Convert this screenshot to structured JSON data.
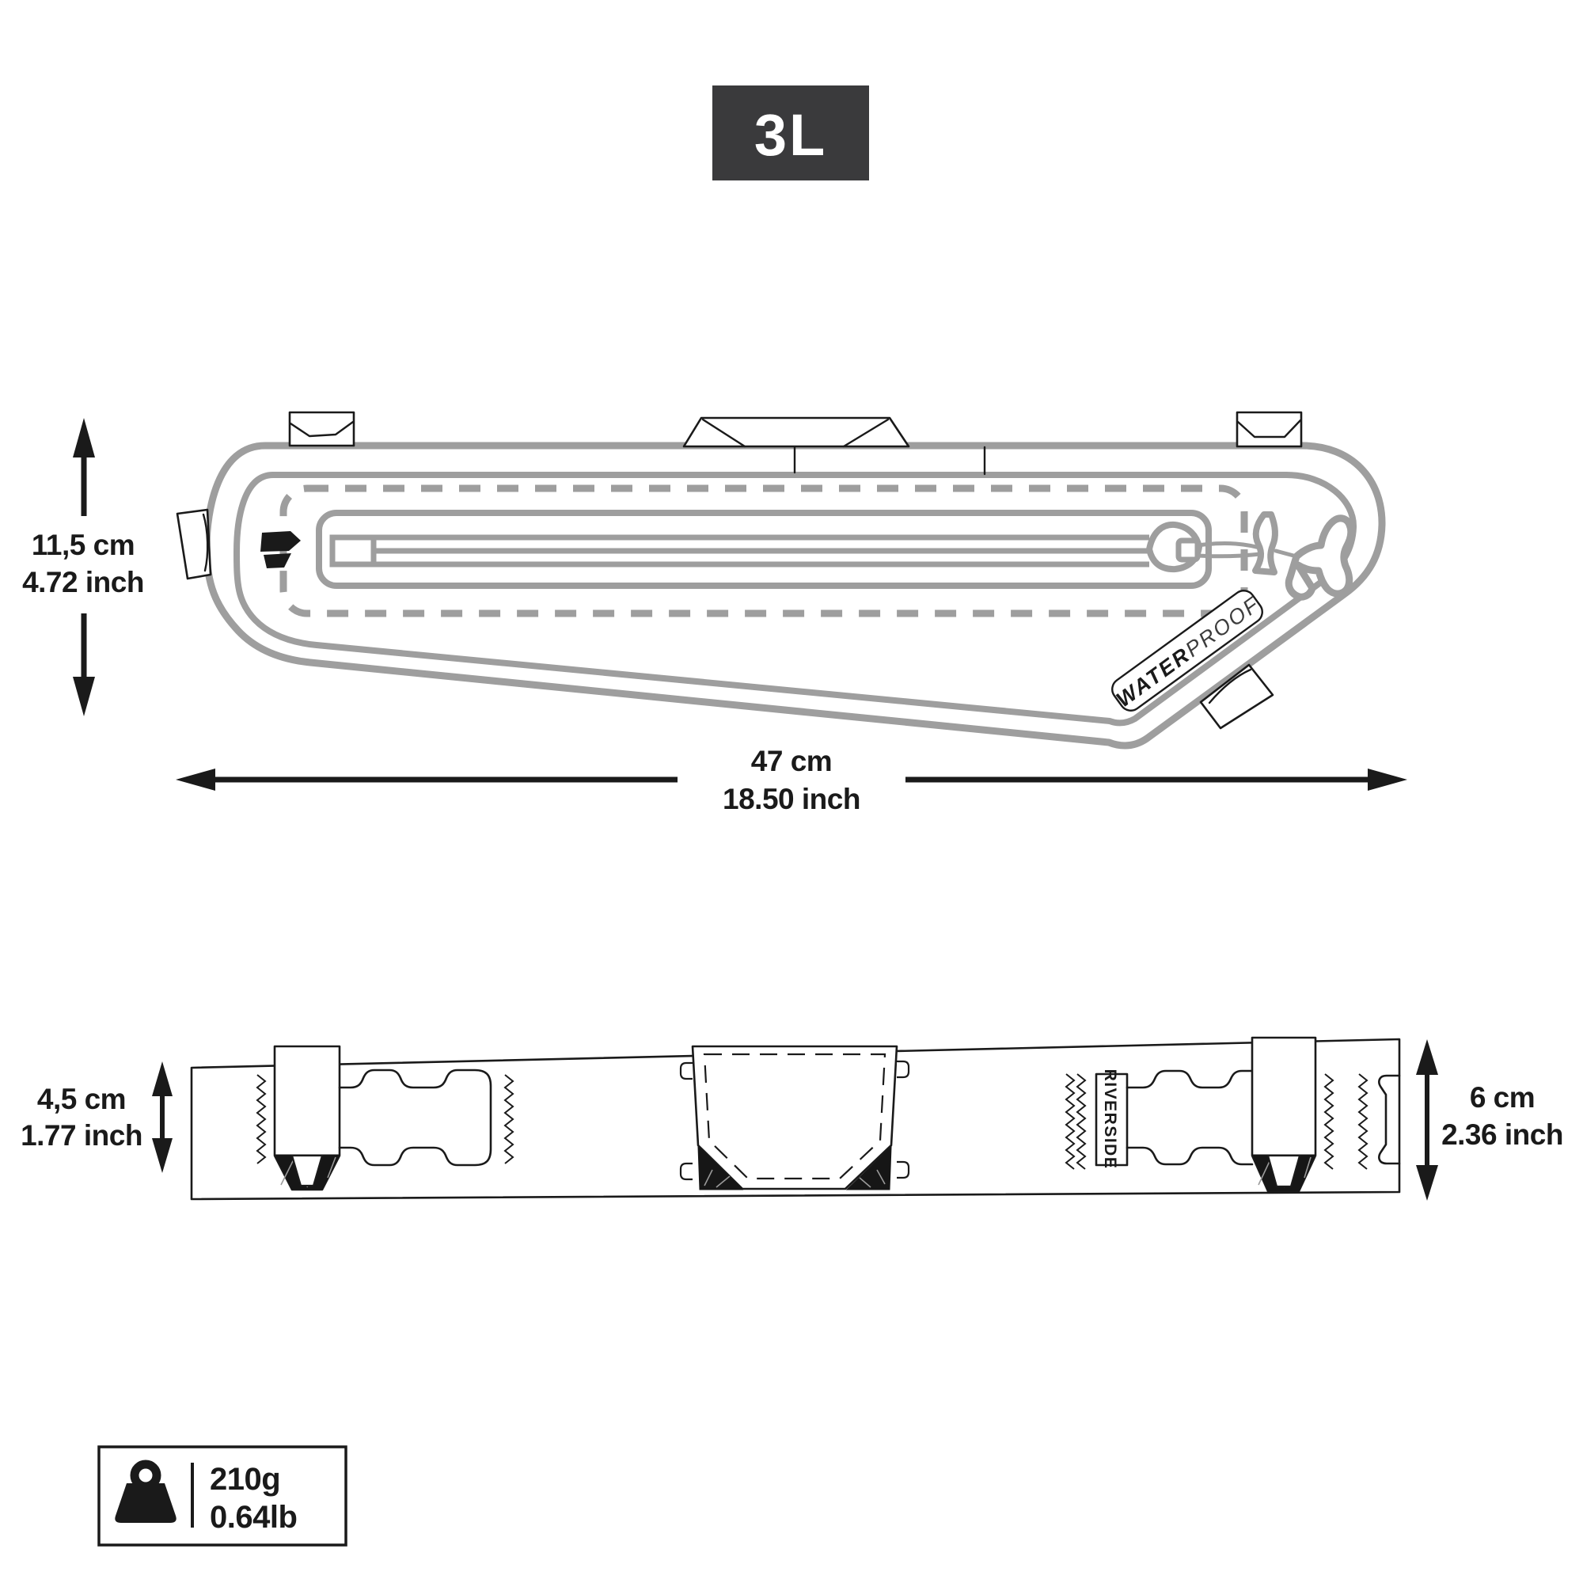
{
  "volume_badge": {
    "label": "3L"
  },
  "side_view": {
    "height_dim": {
      "metric": "11,5 cm",
      "imperial": "4.72 inch"
    },
    "width_dim": {
      "metric": "47 cm",
      "imperial": "18.50 inch"
    },
    "waterproof_label": {
      "bold": "WATER",
      "light": "PROOF"
    }
  },
  "top_view": {
    "left_height_dim": {
      "metric": "4,5 cm",
      "imperial": "1.77 inch"
    },
    "right_height_dim": {
      "metric": "6 cm",
      "imperial": "2.36 inch"
    },
    "brand": "RIVERSIDE"
  },
  "weight_badge": {
    "metric": "210g",
    "imperial": "0.64lb"
  },
  "colors": {
    "ink": "#1a1a1a",
    "line": "#9e9e9e",
    "badge-bg": "#3a3a3c",
    "badge-fg": "#ffffff"
  },
  "icons": {
    "weight": "kettlebell-weight-icon",
    "vertical_dimension": "double-vertical-arrow-icon",
    "horizontal_dimension": "double-horizontal-arrow-icon",
    "brand_mark": "riverside-logo-mark"
  }
}
